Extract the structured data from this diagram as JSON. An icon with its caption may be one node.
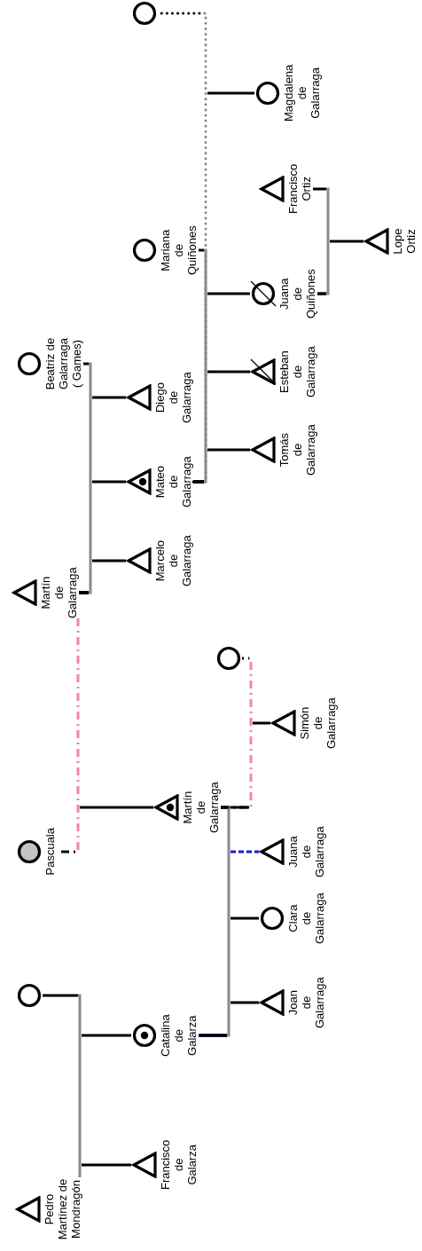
{
  "diagram": {
    "nodes": [
      {
        "text": [],
        "shape": "triangle",
        "beside": [
          "Pedro Martínez de Mondragón"
        ]
      },
      {
        "text": [],
        "shape": "circle"
      },
      {
        "text": [],
        "shape": "circle",
        "beside": [
          "Pascuala"
        ]
      },
      {
        "text": [],
        "shape": "triangle",
        "beside": [
          "Martín de Galarraga"
        ]
      },
      {
        "text": [],
        "shape": "circle",
        "beside": [
          "Beatriz de Galarraga ( Games)"
        ]
      },
      {
        "text": [],
        "shape": "triangle",
        "beside": [
          "Francisco de Galarza"
        ]
      },
      {
        "text": [],
        "shape": "circle",
        "beside": [
          "Catalina de Galarza"
        ]
      },
      {
        "text": [],
        "shape": "triangle",
        "beside": [
          "Martín de Galarraga"
        ]
      },
      {
        "text": [],
        "shape": "triangle",
        "beside": [
          "Marcelo de Galarraga"
        ]
      },
      {
        "text": [],
        "shape": "triangle",
        "beside": [
          "Mateo de Galarraga"
        ]
      },
      {
        "text": [],
        "shape": "triangle",
        "beside": [
          "Diego de Galarraga"
        ]
      },
      {
        "text": [],
        "shape": "circle",
        "beside": [
          "Mariana de Quiñones"
        ]
      },
      {
        "text": [],
        "shape": "circle"
      },
      {
        "text": [],
        "shape": "circle"
      },
      {
        "text": [],
        "shape": "triangle",
        "beside": [
          "Joan de Galarraga"
        ]
      },
      {
        "text": [],
        "shape": "circle",
        "beside": [
          "Clara de Galarraga"
        ]
      },
      {
        "text": [],
        "shape": "triangle",
        "beside": [
          "Juana de Galarraga"
        ]
      },
      {
        "text": [],
        "shape": "triangle",
        "beside": [
          "Simón de Galarraga"
        ]
      },
      {
        "text": [],
        "shape": "triangle",
        "beside": [
          "Tomás de Galarraga"
        ]
      },
      {
        "text": [],
        "shape": "triangle",
        "beside": [
          "Esteban de Galarraga"
        ]
      },
      {
        "text": [],
        "shape": "circle",
        "beside": [
          "Juana de Quiñones"
        ]
      },
      {
        "text": [],
        "shape": "circle",
        "beside": [
          "Magdalena de Galarraga"
        ]
      },
      {
        "text": [],
        "shape": "triangle",
        "beside": [
          "Francisco Ortiz"
        ]
      },
      {
        "text": [],
        "shape": "triangle",
        "beside": [
          "Lope Ortiz"
        ]
      }
    ],
    "edges": [
      {
        "from": 0,
        "to": 1,
        "arrow": "none"
      },
      {
        "from": 0,
        "to": 5,
        "arrow": "none"
      },
      {
        "from": 0,
        "to": 6,
        "arrow": "none"
      },
      {
        "from": 3,
        "to": 2,
        "arrow": "none",
        "style": "dashed",
        "color": "#f4869c"
      },
      {
        "from": 3,
        "to": 7,
        "arrow": "none"
      },
      {
        "from": 3,
        "to": 4,
        "arrow": "none"
      },
      {
        "from": 3,
        "to": 8,
        "arrow": "none"
      },
      {
        "from": 3,
        "to": 9,
        "arrow": "none"
      },
      {
        "from": 3,
        "to": 10,
        "arrow": "none"
      },
      {
        "from": 6,
        "to": 7,
        "arrow": "none"
      },
      {
        "from": 6,
        "to": 14,
        "arrow": "none"
      },
      {
        "from": 6,
        "to": 15,
        "arrow": "none"
      },
      {
        "from": 6,
        "to": 16,
        "arrow": "none",
        "style": "dashed",
        "color": "#1a1ae6"
      },
      {
        "from": 7,
        "to": 12,
        "arrow": "none",
        "style": "dashed",
        "color": "#f4869c"
      },
      {
        "from": 7,
        "to": 17,
        "arrow": "none"
      },
      {
        "from": 9,
        "to": 11,
        "arrow": "none"
      },
      {
        "from": 9,
        "to": 13,
        "arrow": "none",
        "style": "dashed"
      },
      {
        "from": 9,
        "to": 18,
        "arrow": "none"
      },
      {
        "from": 9,
        "to": 19,
        "arrow": "none"
      },
      {
        "from": 9,
        "to": 20,
        "arrow": "none"
      },
      {
        "from": 9,
        "to": 21,
        "arrow": "none"
      },
      {
        "from": 20,
        "to": 22,
        "arrow": "none"
      },
      {
        "from": 20,
        "to": 23,
        "arrow": "none"
      }
    ]
  }
}
